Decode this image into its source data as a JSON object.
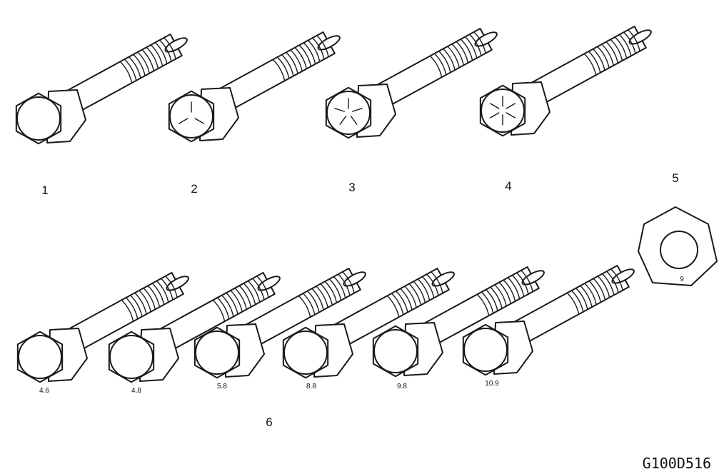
{
  "figure_code": "G100D516",
  "callouts": {
    "c1": "1",
    "c2": "2",
    "c3": "3",
    "c4": "4",
    "c5": "5",
    "c6": "6"
  },
  "head_markings": {
    "m1": "4.6",
    "m2": "4.8",
    "m3": "5.8",
    "m4": "8.8",
    "m5": "9.8",
    "m6": "10.9"
  },
  "nut_marking": "9",
  "top_bolts": [
    {
      "callout": "1",
      "head_lines": 0
    },
    {
      "callout": "2",
      "head_lines": 3
    },
    {
      "callout": "3",
      "head_lines": 5
    },
    {
      "callout": "4",
      "head_lines": 6
    }
  ]
}
